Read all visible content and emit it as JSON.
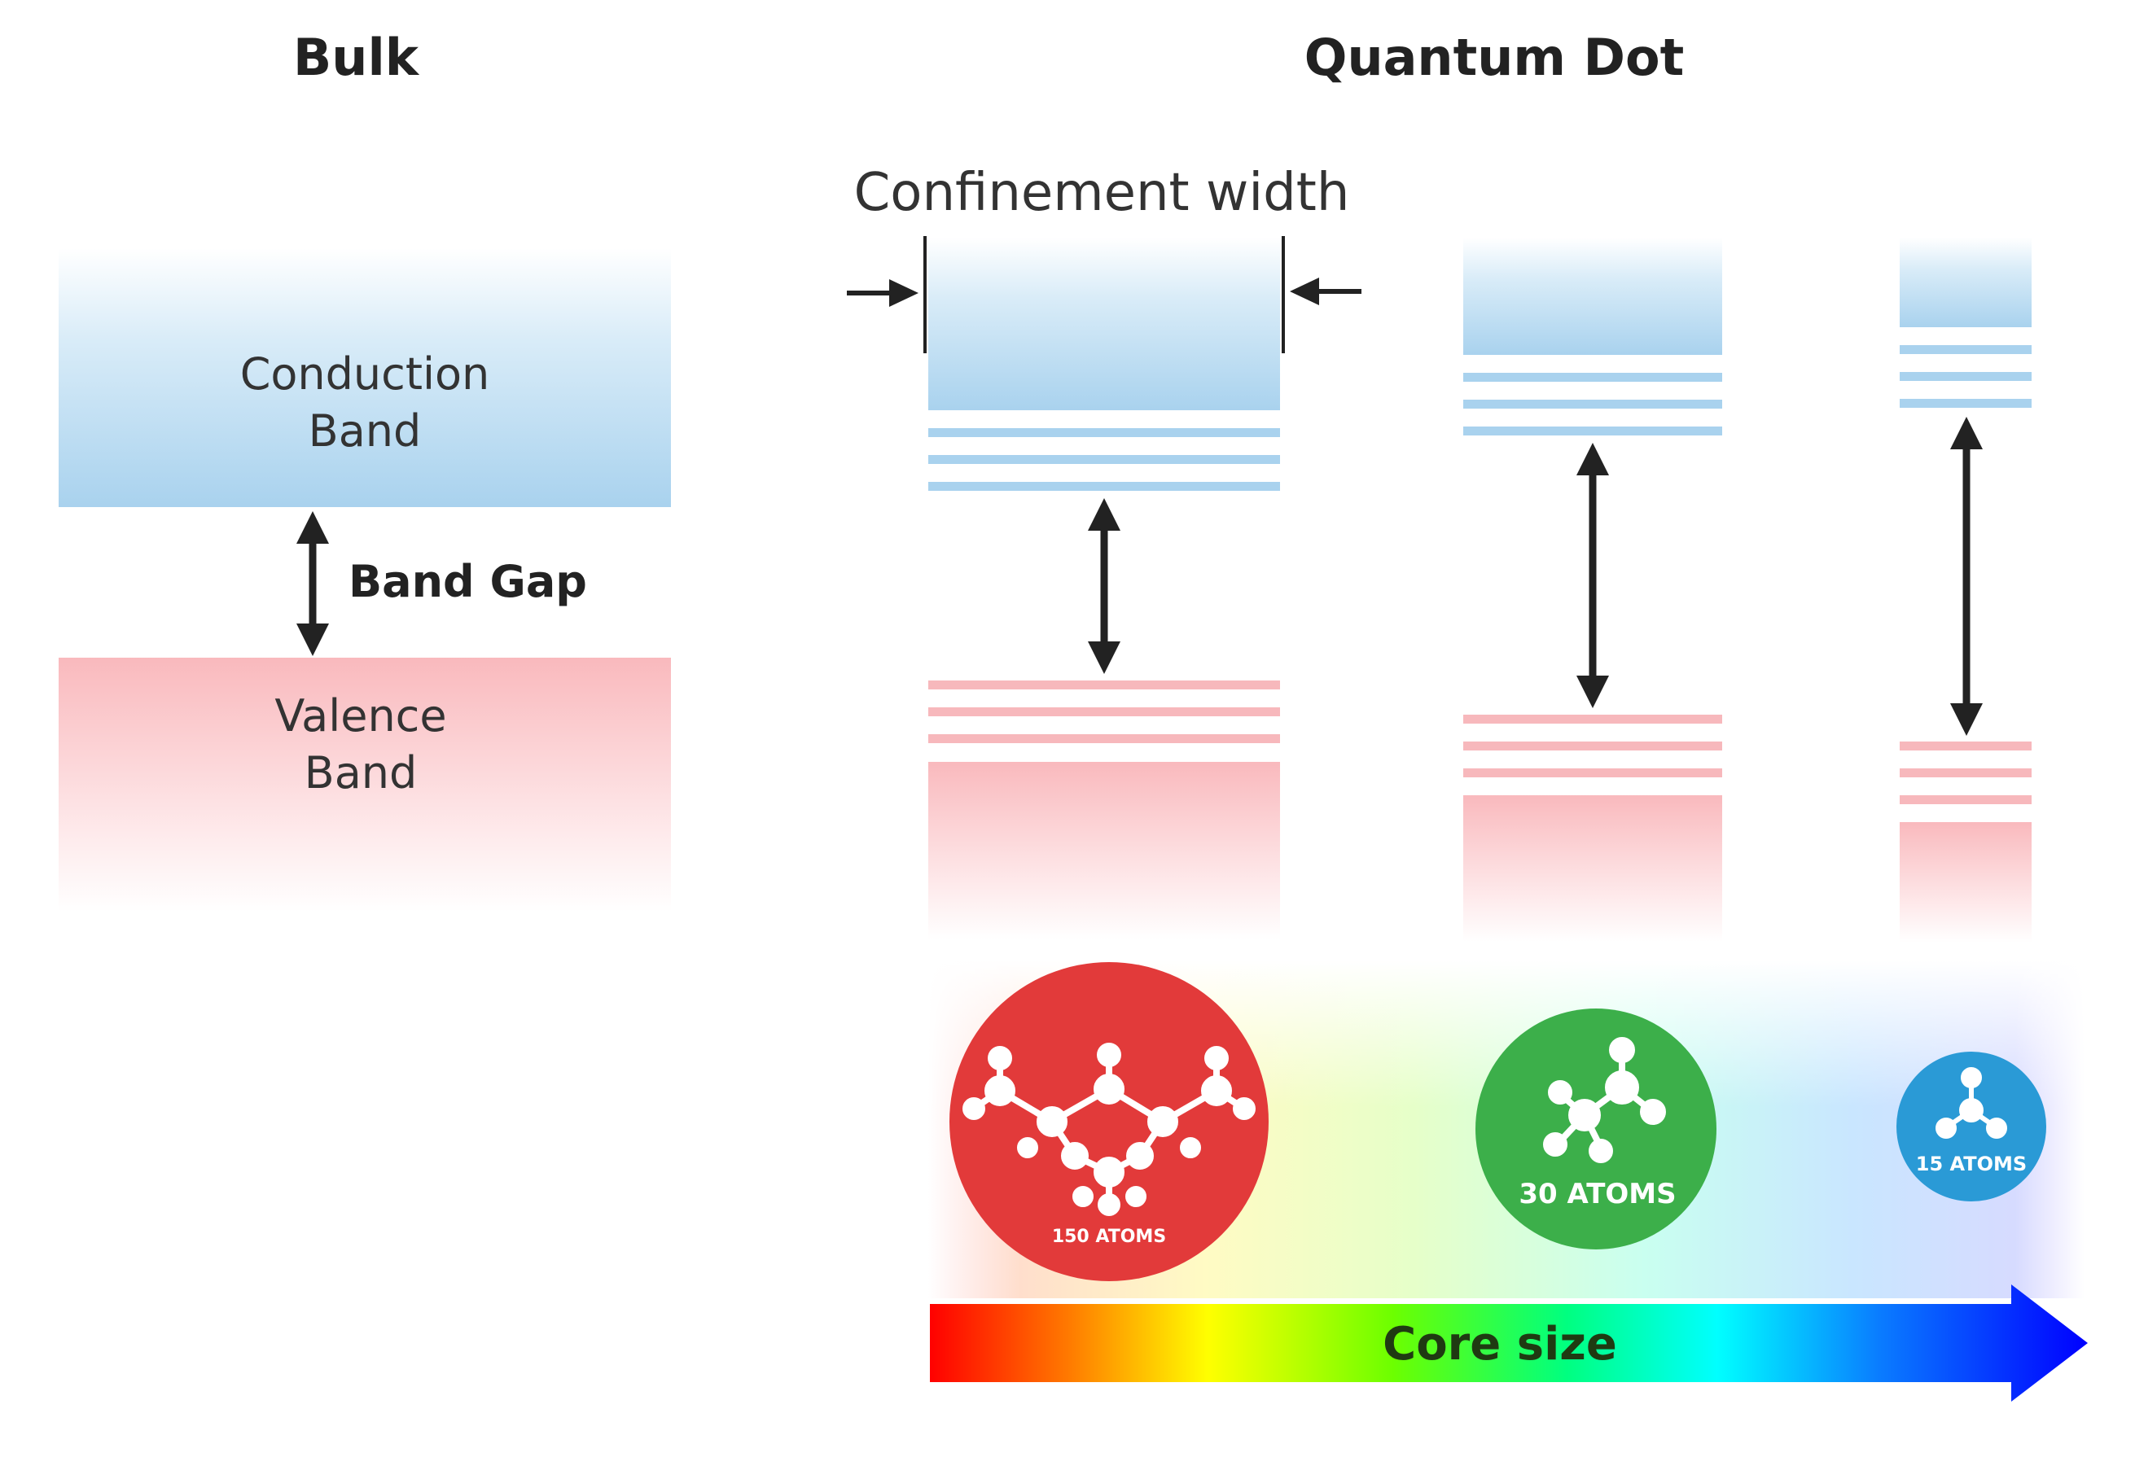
{
  "headings": {
    "bulk": "Bulk",
    "quantum_dot": "Quantum Dot"
  },
  "bulk": {
    "conduction_line1": "Conduction",
    "conduction_line2": "Band",
    "band_gap": "Band Gap",
    "valence_line1": "Valence",
    "valence_line2": "Band"
  },
  "confinement_label": "Confinement width",
  "dots": [
    {
      "atoms_label": "150 ATOMS",
      "color": "#e23a3a"
    },
    {
      "atoms_label": "30 ATOMS",
      "color": "#3caf4a"
    },
    {
      "atoms_label": "15 ATOMS",
      "color": "#2a9ad6"
    }
  ],
  "core_size_label": "Core size",
  "colors": {
    "conduction": "#a9d2ee",
    "valence": "#f7b8bc",
    "arrow": "#222222"
  }
}
